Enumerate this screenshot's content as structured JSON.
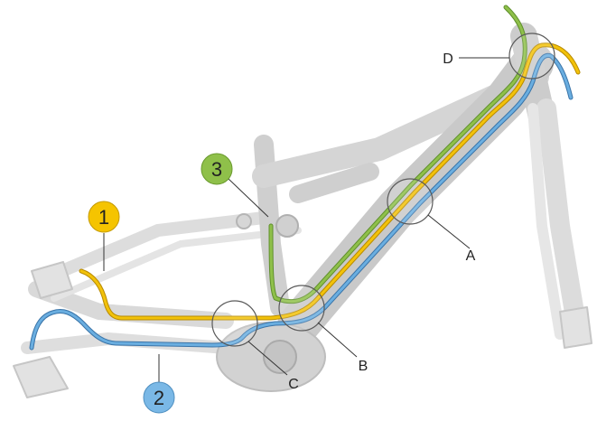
{
  "diagram": {
    "numbered_callouts": [
      {
        "id": "1",
        "label": "1",
        "color": "#f5c400",
        "route": "yellow"
      },
      {
        "id": "2",
        "label": "2",
        "color": "#7ab8e6",
        "route": "blue"
      },
      {
        "id": "3",
        "label": "3",
        "color": "#8fc04a",
        "route": "green"
      }
    ],
    "letter_callouts": [
      {
        "id": "A",
        "label": "A"
      },
      {
        "id": "B",
        "label": "B"
      },
      {
        "id": "C",
        "label": "C"
      },
      {
        "id": "D",
        "label": "D"
      }
    ],
    "colors": {
      "frame": "#d7d7d7",
      "frame_dark": "#bdbdbd",
      "yellow_route": "#e8b400",
      "blue_route": "#5b9bd0",
      "green_route": "#7aaf3a",
      "magnifier_ring": "#555555"
    }
  }
}
